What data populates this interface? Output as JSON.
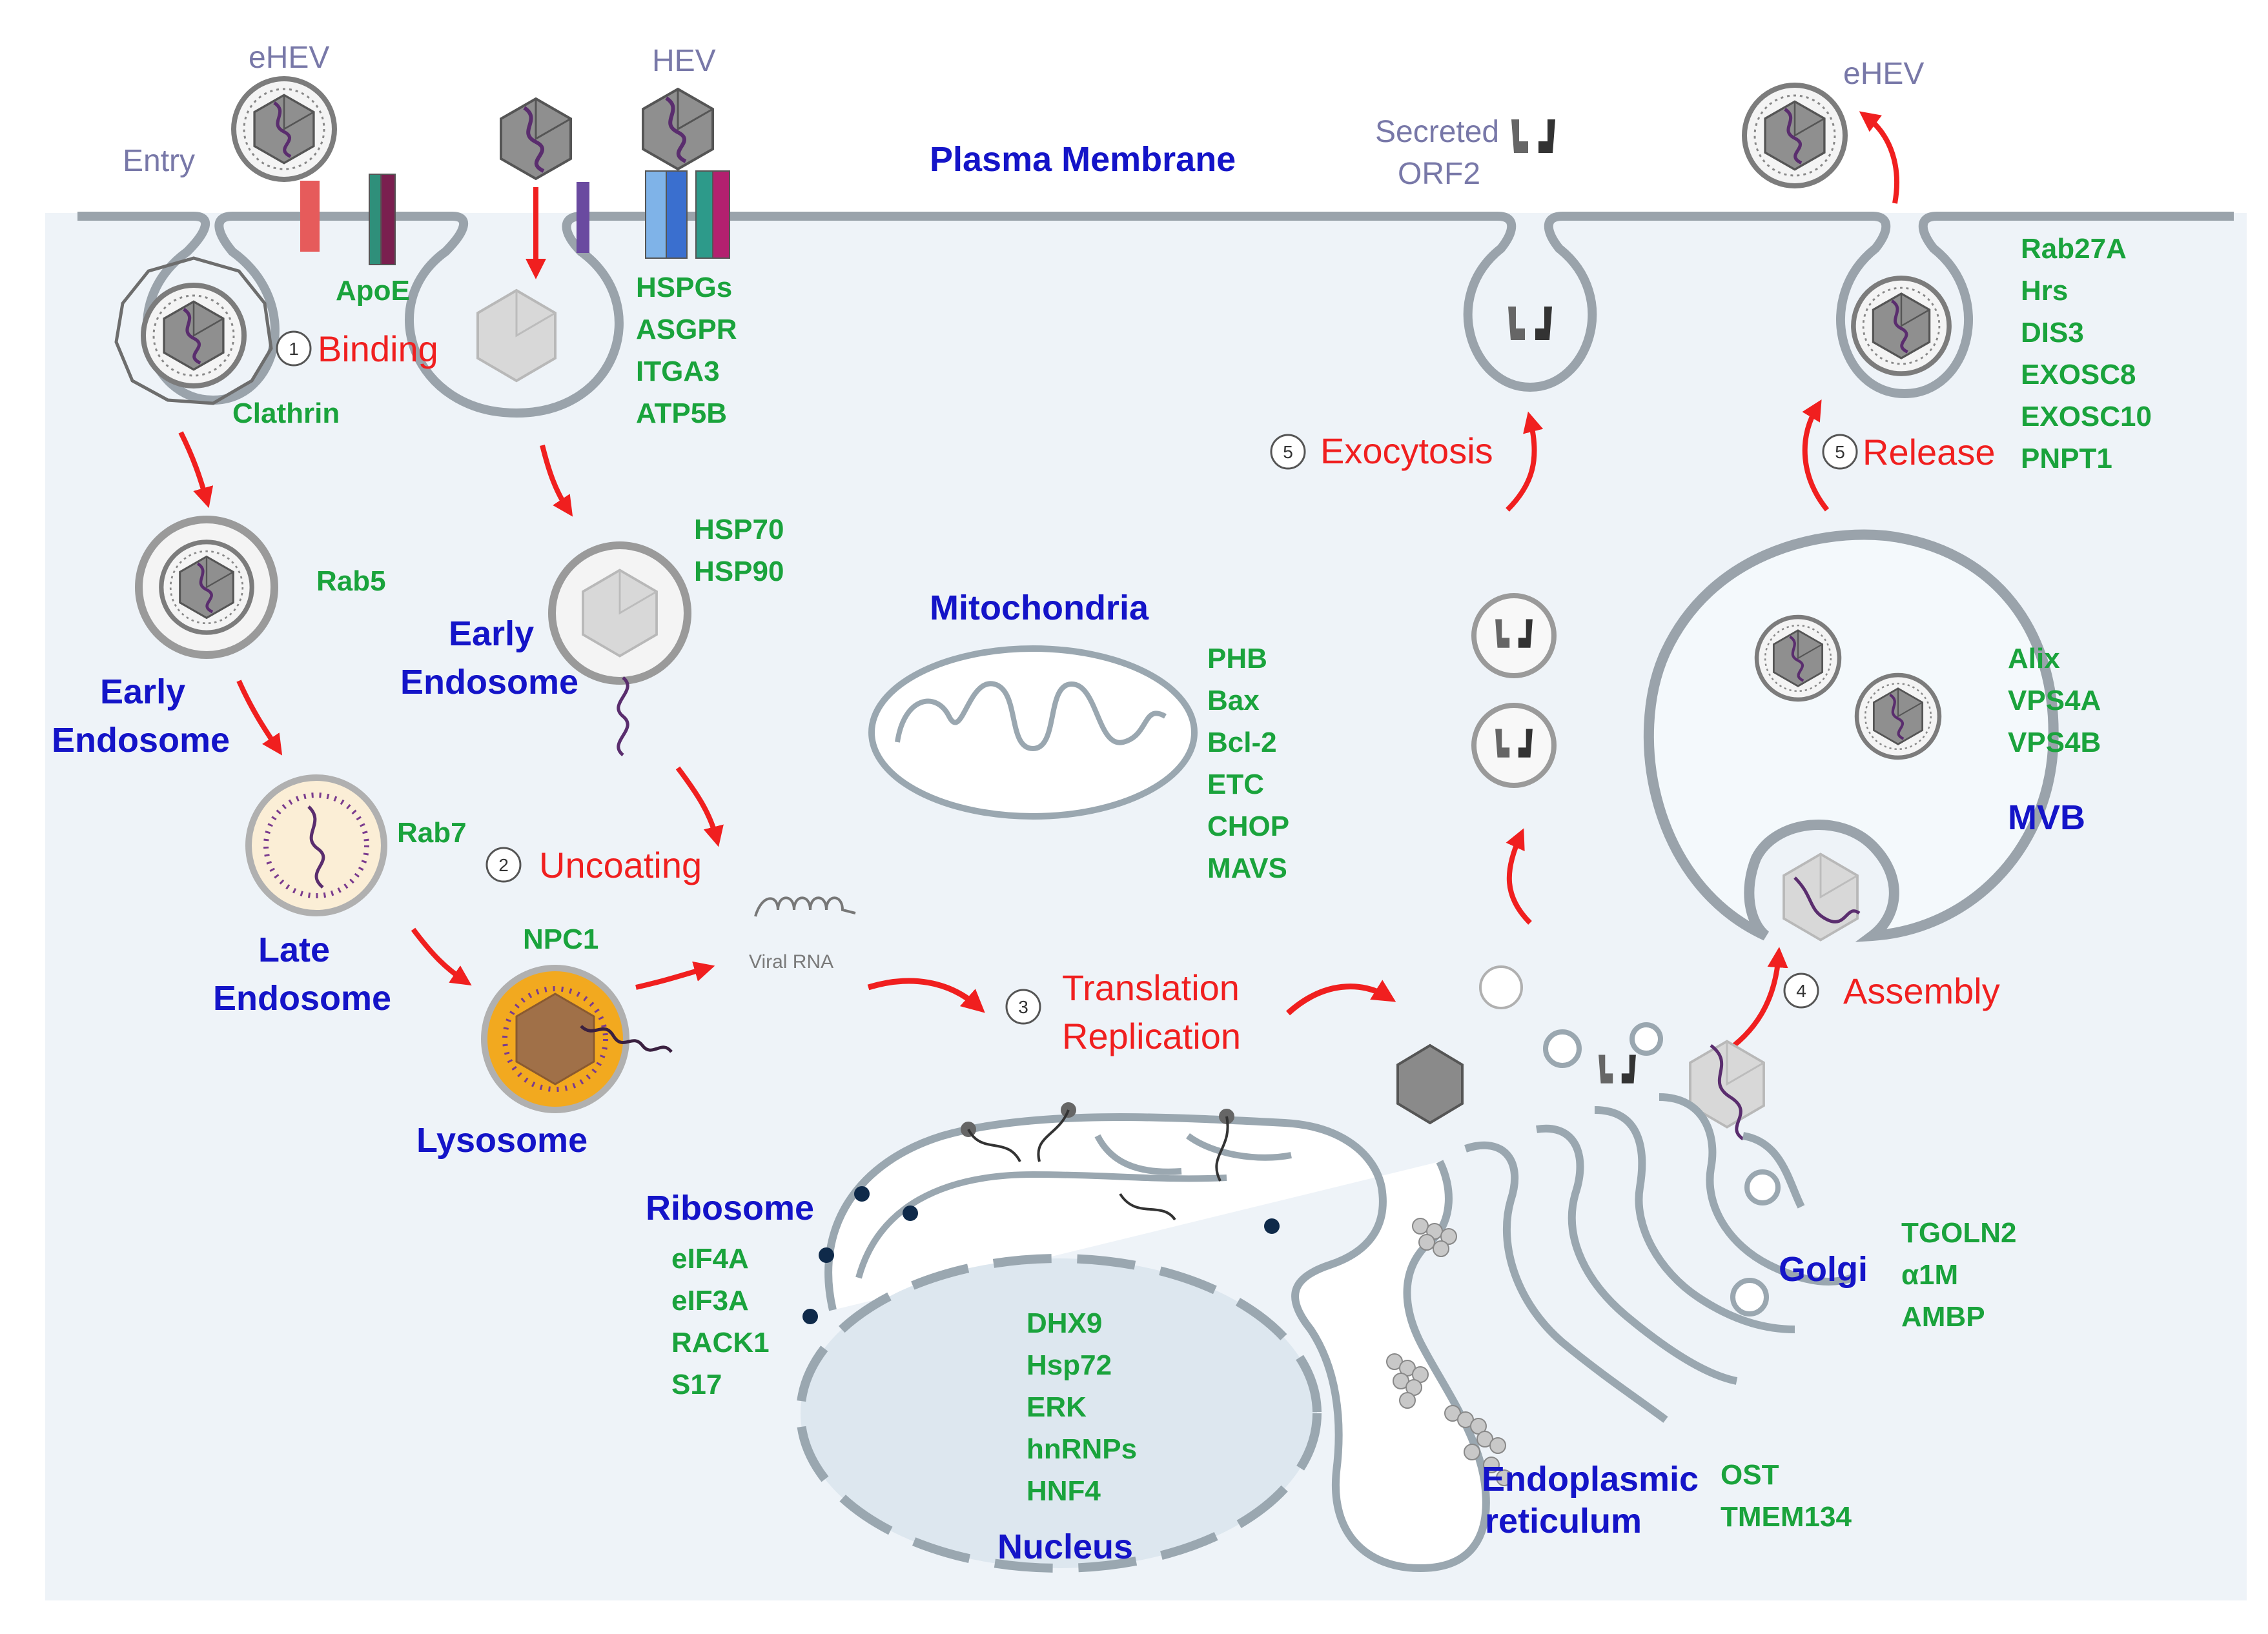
{
  "plasma_membrane": "Plasma Membrane",
  "entry": "Entry",
  "ehev_left": "eHEV",
  "hev": "HEV",
  "ehev_right": "eHEV",
  "secreted_orf2": [
    "Secreted",
    "ORF2"
  ],
  "apoe": "ApoE",
  "clathrin": "Clathrin",
  "receptors": [
    "HSPGs",
    "ASGPR",
    "ITGA3",
    "ATP5B"
  ],
  "steps": {
    "binding": {
      "num": "1",
      "label": "Binding"
    },
    "uncoating": {
      "num": "2",
      "label": "Uncoating"
    },
    "translation": {
      "num": "3",
      "label": [
        "Translation",
        "Replication"
      ]
    },
    "assembly": {
      "num": "4",
      "label": "Assembly"
    },
    "exocytosis": {
      "num": "5",
      "label": "Exocytosis"
    },
    "release": {
      "num": "5",
      "label": "Release"
    }
  },
  "rab5": "Rab5",
  "rab7": "Rab7",
  "npc1": "NPC1",
  "hsp": [
    "HSP70",
    "HSP90"
  ],
  "early_endosome_left": [
    "Early",
    "Endosome"
  ],
  "early_endosome_mid": [
    "Early",
    "Endosome"
  ],
  "late_endosome": [
    "Late",
    "Endosome"
  ],
  "lysosome": "Lysosome",
  "viral_rna": "Viral RNA",
  "mitochondria": "Mitochondria",
  "mito_factors": [
    "PHB",
    "Bax",
    "Bcl-2",
    "ETC",
    "CHOP",
    "MAVS"
  ],
  "release_factors": [
    "Rab27A",
    "Hrs",
    "DIS3",
    "EXOSC8",
    "EXOSC10",
    "PNPT1"
  ],
  "mvb_factors": [
    "Alix",
    "VPS4A",
    "VPS4B"
  ],
  "mvb": "MVB",
  "ribosome": "Ribosome",
  "ribosome_factors": [
    "eIF4A",
    "eIF3A",
    "RACK1",
    "S17"
  ],
  "nucleus_factors": [
    "DHX9",
    "Hsp72",
    "ERK",
    "hnRNPs",
    "HNF4"
  ],
  "nucleus": "Nucleus",
  "golgi": "Golgi",
  "golgi_factors": [
    "TGOLN2",
    "α1M",
    "AMBP"
  ],
  "er": [
    "Endoplasmic",
    "reticulum"
  ],
  "er_factors": [
    "OST",
    "TMEM134"
  ],
  "colors": {
    "cytoplasm": "#eef3f8",
    "membrane": "#9aa3ab",
    "green": "#1aa33c",
    "blue": "#1414c8",
    "red": "#f01f1f",
    "lysosome": "#f2a91f",
    "late_endosome": "#fbeed6",
    "mvb": "#f4f9fc"
  }
}
